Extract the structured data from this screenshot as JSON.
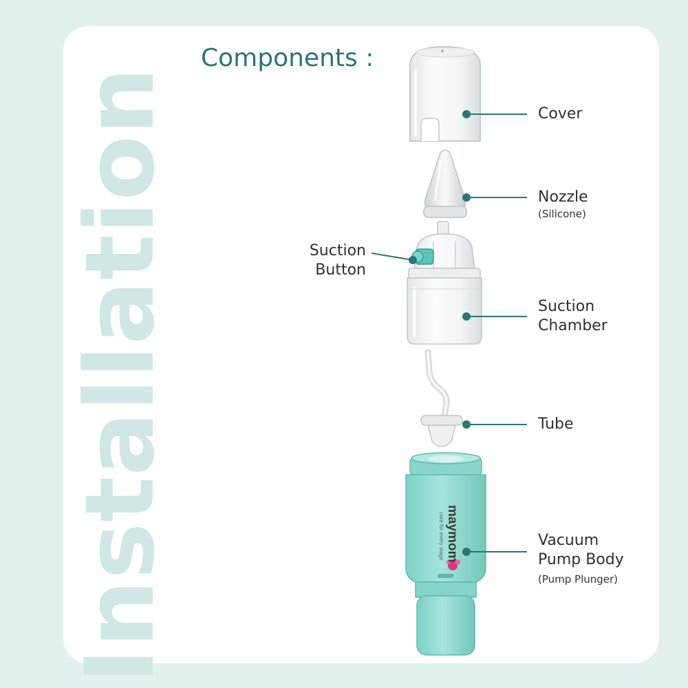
{
  "heading": "Components :",
  "side_title": "Installation",
  "brand": {
    "name": "maymom",
    "tagline": "care for every stage"
  },
  "colors": {
    "accent": "#2a7672",
    "pump": "#8fd9cf",
    "watermark": "#cfe7e5"
  },
  "components": [
    {
      "name": "Cover",
      "note": ""
    },
    {
      "name": "Nozzle",
      "note": "(Silicone)"
    },
    {
      "name_line1": "Suction",
      "name_line2": "Button",
      "note": ""
    },
    {
      "name_line1": "Suction",
      "name_line2": "Chamber",
      "note": ""
    },
    {
      "name": "Tube",
      "note": ""
    },
    {
      "name_line1": "Vacuum",
      "name_line2": "Pump Body",
      "note": "(Pump Plunger)"
    }
  ]
}
